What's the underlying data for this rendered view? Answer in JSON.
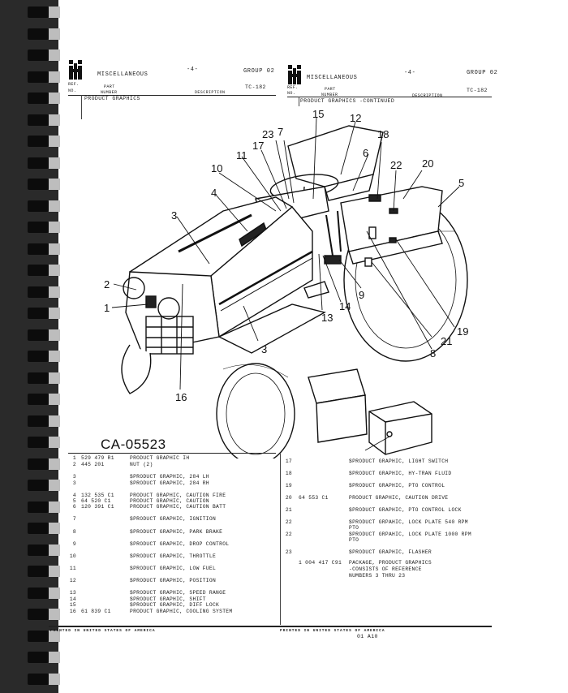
{
  "left_header": {
    "section": "MISCELLANEOUS",
    "page": "-4-",
    "group": "GROUP 02",
    "col_ref": "REF.",
    "col_no": "NO.",
    "col_part": "PART",
    "col_number": "NUMBER",
    "col_description": "DESCRIPTION",
    "code": "TC-182",
    "subtitle": "PRODUCT GRAPHICS"
  },
  "right_header": {
    "section": "MISCELLANEOUS",
    "page": "-4-",
    "group": "GROUP 02",
    "col_ref": "REF.",
    "col_no": "NO.",
    "col_part": "PART",
    "col_number": "NUMBER",
    "col_description": "DESCRIPTION",
    "code": "TC-182",
    "subtitle": "PRODUCT GRAPHICS -CONTINUED"
  },
  "diagram": {
    "figure_label": "CA-05523",
    "callouts": [
      "23",
      "7",
      "15",
      "12",
      "18",
      "17",
      "11",
      "6",
      "20",
      "22",
      "5",
      "10",
      "4",
      "3",
      "2",
      "1",
      "9",
      "14",
      "13",
      "3",
      "21",
      "19",
      "8",
      "16"
    ]
  },
  "left_rows": [
    {
      "ref": "1",
      "part": "529 479 R1",
      "desc": "PRODUCT GRAPHIC IH"
    },
    {
      "ref": "2",
      "part": "445 201",
      "desc": "NUT (2)"
    },
    {
      "ref": "3",
      "part": "",
      "desc": "$PRODUCT GRAPHIC, 284 LH"
    },
    {
      "ref": "3",
      "part": "",
      "desc": "$PRODUCT GRAPHIC, 284 RH"
    },
    {
      "ref": "4",
      "part": "132 535 C1",
      "desc": "PRODUCT GRAPHIC, CAUTION FIRE"
    },
    {
      "ref": "5",
      "part": "64 520 C1",
      "desc": "PRODUCT GRAPHIC, CAUTION"
    },
    {
      "ref": "6",
      "part": "120 391 C1",
      "desc": "PRODUCT GRAPHIC, CAUTION BATT"
    },
    {
      "ref": "7",
      "part": "",
      "desc": "$PRODUCT GRAPHIC, IGNITION"
    },
    {
      "ref": "8",
      "part": "",
      "desc": "$PRODUCT GRAPHIC, PARK BRAKE"
    },
    {
      "ref": "9",
      "part": "",
      "desc": "$PRODUCT GRAPHIC, DROP CONTROL"
    },
    {
      "ref": "10",
      "part": "",
      "desc": "$PRODUCT GRAPHIC, THROTTLE"
    },
    {
      "ref": "11",
      "part": "",
      "desc": "$PRODUCT GRAPHIC, LOW FUEL"
    },
    {
      "ref": "12",
      "part": "",
      "desc": "$PRODUCT GRAPHIC, POSITION"
    },
    {
      "ref": "13",
      "part": "",
      "desc": "$PRODUCT GRAPHIC, SPEED RANGE"
    },
    {
      "ref": "14",
      "part": "",
      "desc": "$PRODUCT GRAPHIC, SHIFT"
    },
    {
      "ref": "15",
      "part": "",
      "desc": "$PRODUCT GRAPHIC, DIFF LOCK"
    },
    {
      "ref": "16",
      "part": "61 839 C1",
      "desc": "PRODUCT GRAPHIC, COOLING SYSTEM"
    }
  ],
  "right_rows": [
    {
      "ref": "17",
      "part": "",
      "desc": "$PRODUCT GRAPHIC, LIGHT SWITCH"
    },
    {
      "ref": "18",
      "part": "",
      "desc": "$PRODUCT GRAPHIC, HY-TRAN FLUID"
    },
    {
      "ref": "19",
      "part": "",
      "desc": "$PRODUCT GRAPHIC, PTO CONTROL"
    },
    {
      "ref": "20",
      "part": "64 553 C1",
      "desc": "PRODUCT GRAPHIC, CAUTION DRIVE"
    },
    {
      "ref": "21",
      "part": "",
      "desc": "$PRODUCT GRAPHIC, PTO CONTROL LOCK"
    },
    {
      "ref": "22",
      "part": "",
      "desc": "$PRODUCT GRPAHIC, LOCK PLATE 540 RPM"
    },
    {
      "ref": "",
      "part": "",
      "desc": "PTO"
    },
    {
      "ref": "22",
      "part": "",
      "desc": "$PRODUCT GRPAHIC, LOCK PLATE 1000 RPM"
    },
    {
      "ref": "",
      "part": "",
      "desc": "PTO"
    },
    {
      "ref": "23",
      "part": "",
      "desc": "$PRODUCT GRAPHIC, FLASHER"
    },
    {
      "ref": "",
      "part": "1 004 417 C91",
      "desc": "PACKAGE, PRODUCT GRAPHICS"
    },
    {
      "ref": "",
      "part": "",
      "desc": "-CONSISTS OF REFERENCE"
    },
    {
      "ref": "",
      "part": "",
      "desc": "NUMBERS 3 THRU 23"
    }
  ],
  "footer": {
    "left": "PRINTED IN UNITED STATES OF AMERICA",
    "right": "PRINTED IN UNITED STATES OF AMERICA",
    "code": "01 A10"
  }
}
